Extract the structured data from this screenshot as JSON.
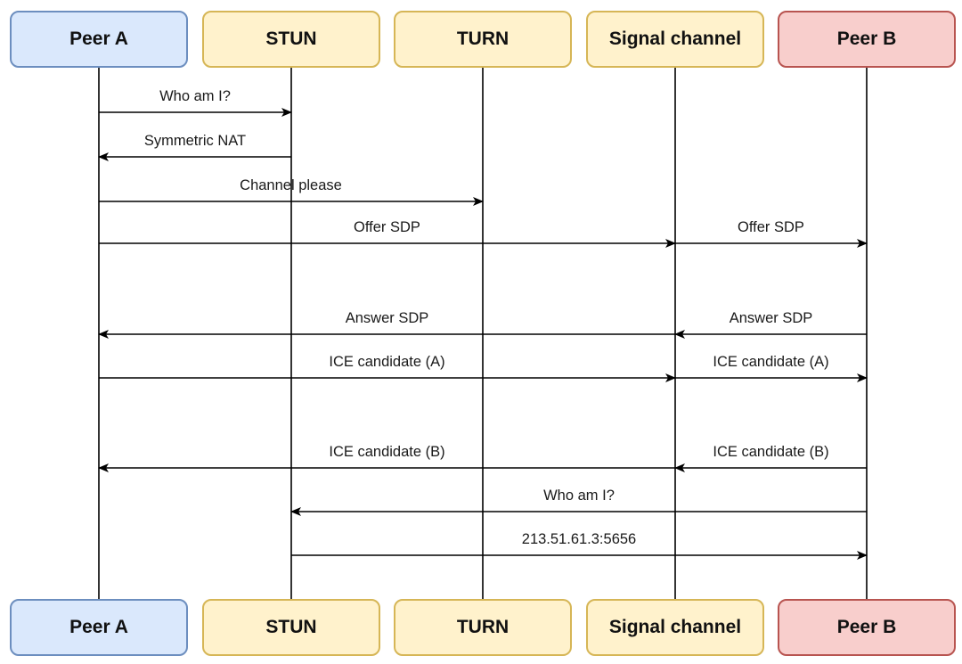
{
  "participants": [
    {
      "id": "peer-a",
      "label": "Peer A",
      "fill": "#dae8fc",
      "stroke": "#6c8ebf"
    },
    {
      "id": "stun",
      "label": "STUN",
      "fill": "#fff2cc",
      "stroke": "#d6b656"
    },
    {
      "id": "turn",
      "label": "TURN",
      "fill": "#fff2cc",
      "stroke": "#d6b656"
    },
    {
      "id": "signal-channel",
      "label": "Signal channel",
      "fill": "#fff2cc",
      "stroke": "#d6b656"
    },
    {
      "id": "peer-b",
      "label": "Peer B",
      "fill": "#f8cecc",
      "stroke": "#b85450"
    }
  ],
  "messages": [
    {
      "from": "peer-a",
      "to": "stun",
      "label": "Who am I?"
    },
    {
      "from": "stun",
      "to": "peer-a",
      "label": "Symmetric NAT"
    },
    {
      "from": "peer-a",
      "to": "turn",
      "label": "Channel please"
    },
    {
      "from": "peer-a",
      "to": "signal-channel",
      "label": "Offer SDP"
    },
    {
      "from": "signal-channel",
      "to": "peer-b",
      "label": "Offer SDP"
    },
    {
      "from": "signal-channel",
      "to": "peer-a",
      "label": "Answer SDP"
    },
    {
      "from": "peer-b",
      "to": "signal-channel",
      "label": "Answer SDP"
    },
    {
      "from": "peer-a",
      "to": "signal-channel",
      "label": "ICE candidate (A)"
    },
    {
      "from": "signal-channel",
      "to": "peer-b",
      "label": "ICE candidate (A)"
    },
    {
      "from": "signal-channel",
      "to": "peer-a",
      "label": "ICE candidate (B)"
    },
    {
      "from": "peer-b",
      "to": "signal-channel",
      "label": "ICE candidate (B)"
    },
    {
      "from": "peer-b",
      "to": "stun",
      "label": "Who am I?"
    },
    {
      "from": "stun",
      "to": "peer-b",
      "label": "213.51.61.3:5656"
    }
  ]
}
